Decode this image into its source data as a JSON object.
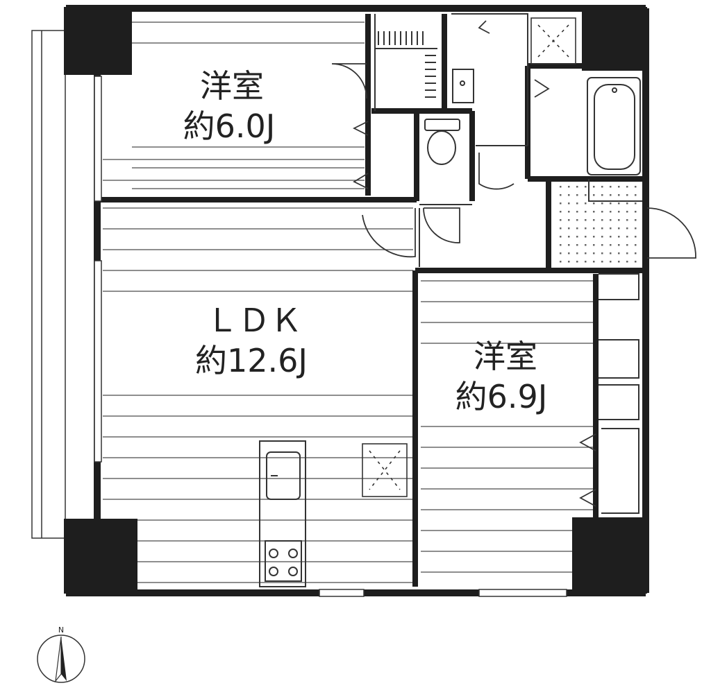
{
  "rooms": {
    "western_room_top": {
      "name": "洋室",
      "area": "約6.0J"
    },
    "ldk": {
      "name": "ＬＤＫ",
      "area": "約12.6J"
    },
    "western_room_right": {
      "name": "洋室",
      "area": "約6.9J"
    }
  },
  "compass": {
    "label": "N"
  },
  "colors": {
    "wall": "#1e1e1e",
    "floor_line": "#4a4a4a",
    "tile": "#666666"
  }
}
